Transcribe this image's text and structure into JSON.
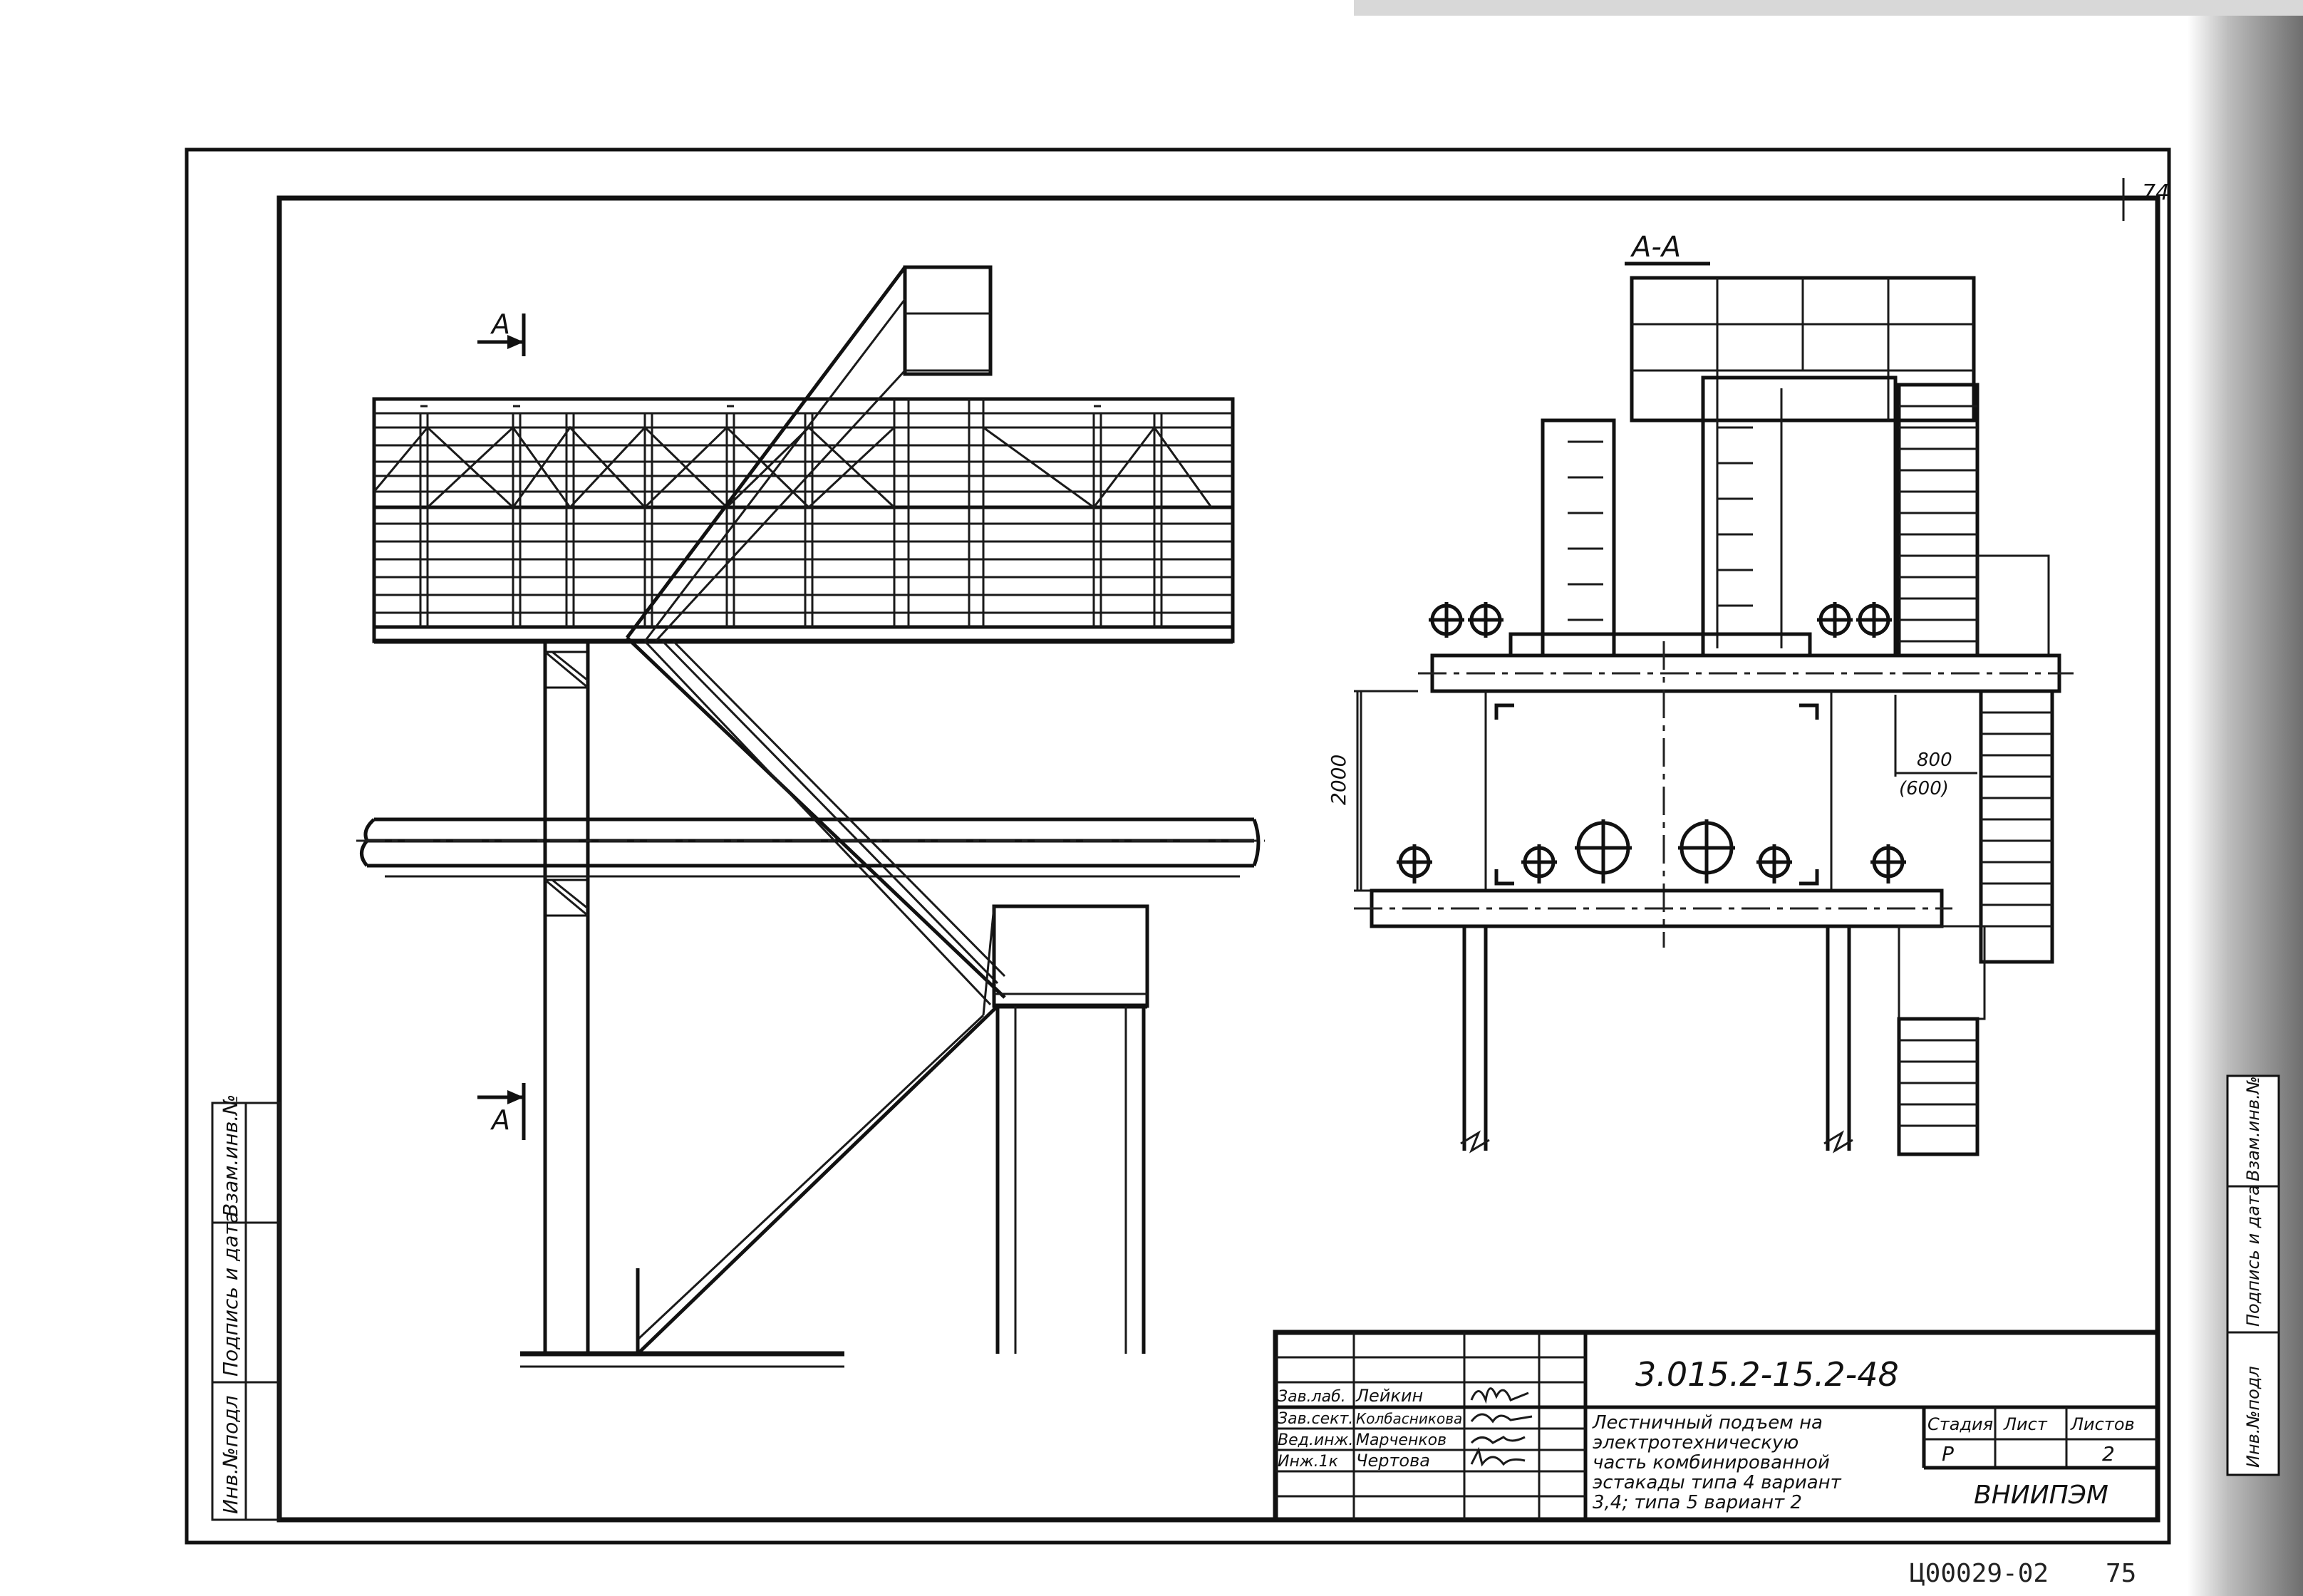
{
  "sheet_number": "74",
  "section_marks": {
    "top_left": "A",
    "bottom_left": "A",
    "section_title": "A-A"
  },
  "dimensions": {
    "height": "2000",
    "offset": "800",
    "offset_alt": "(600)"
  },
  "side_stamp_left": {
    "cells": [
      "Инв.№подл",
      "Подпись и дата",
      "Взам.инв.№"
    ]
  },
  "side_stamp_right": {
    "cells": [
      "Инв.№подл",
      "Подпись и дата",
      "Взам.инв.№"
    ]
  },
  "title_block": {
    "document_code": "3.015.2-15.2-48",
    "roles": [
      {
        "role": "Зав.лаб.",
        "name": "Лейкин"
      },
      {
        "role": "Зав.сект.",
        "name": "Колбасникова"
      },
      {
        "role": "Вед.инж.",
        "name": "Марченков"
      },
      {
        "role": "Инж.1к",
        "name": "Чертова"
      }
    ],
    "title_lines": [
      "Лестничный подъем на",
      "электротехническую",
      "часть комбинированной",
      "эстакады типа 4 вариант",
      "3,4; типа 5 вариант 2"
    ],
    "stage_header": "Стадия",
    "sheet_header": "Лист",
    "sheets_header": "Листов",
    "stage_value": "Р",
    "sheets_value": "2",
    "organization": "ВНИИПЭМ"
  },
  "footer": {
    "archive_code": "Ц00029-02",
    "page": "75"
  }
}
